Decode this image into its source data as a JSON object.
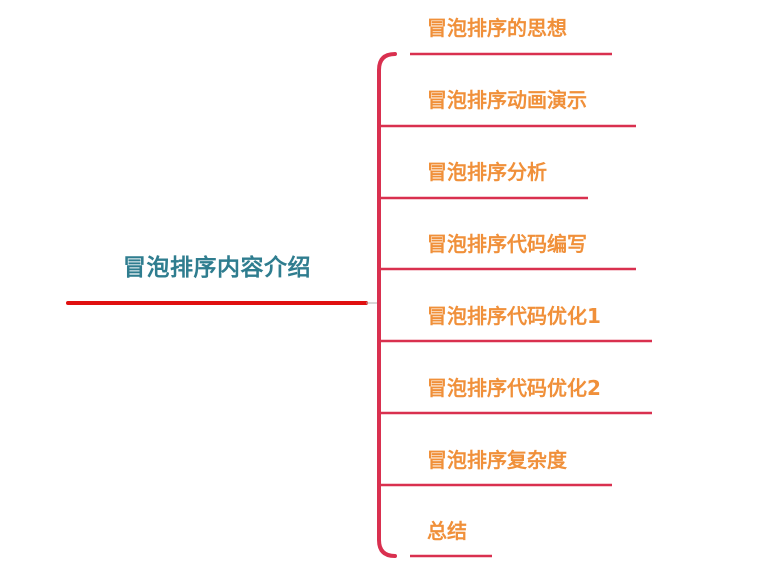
{
  "root": {
    "title": "冒泡排序内容介绍"
  },
  "branches": [
    {
      "label": "冒泡排序的思想"
    },
    {
      "label": "冒泡排序动画演示"
    },
    {
      "label": "冒泡排序分析"
    },
    {
      "label": "冒泡排序代码编写"
    },
    {
      "label": "冒泡排序代码优化1"
    },
    {
      "label": "冒泡排序代码优化2"
    },
    {
      "label": "冒泡排序复杂度"
    },
    {
      "label": "总结"
    }
  ],
  "colors": {
    "root_text": "#2f7d8f",
    "root_underline": "#e01010",
    "branch_text": "#f0903a",
    "branch_line": "#d9304f",
    "background": "#ffffff"
  }
}
